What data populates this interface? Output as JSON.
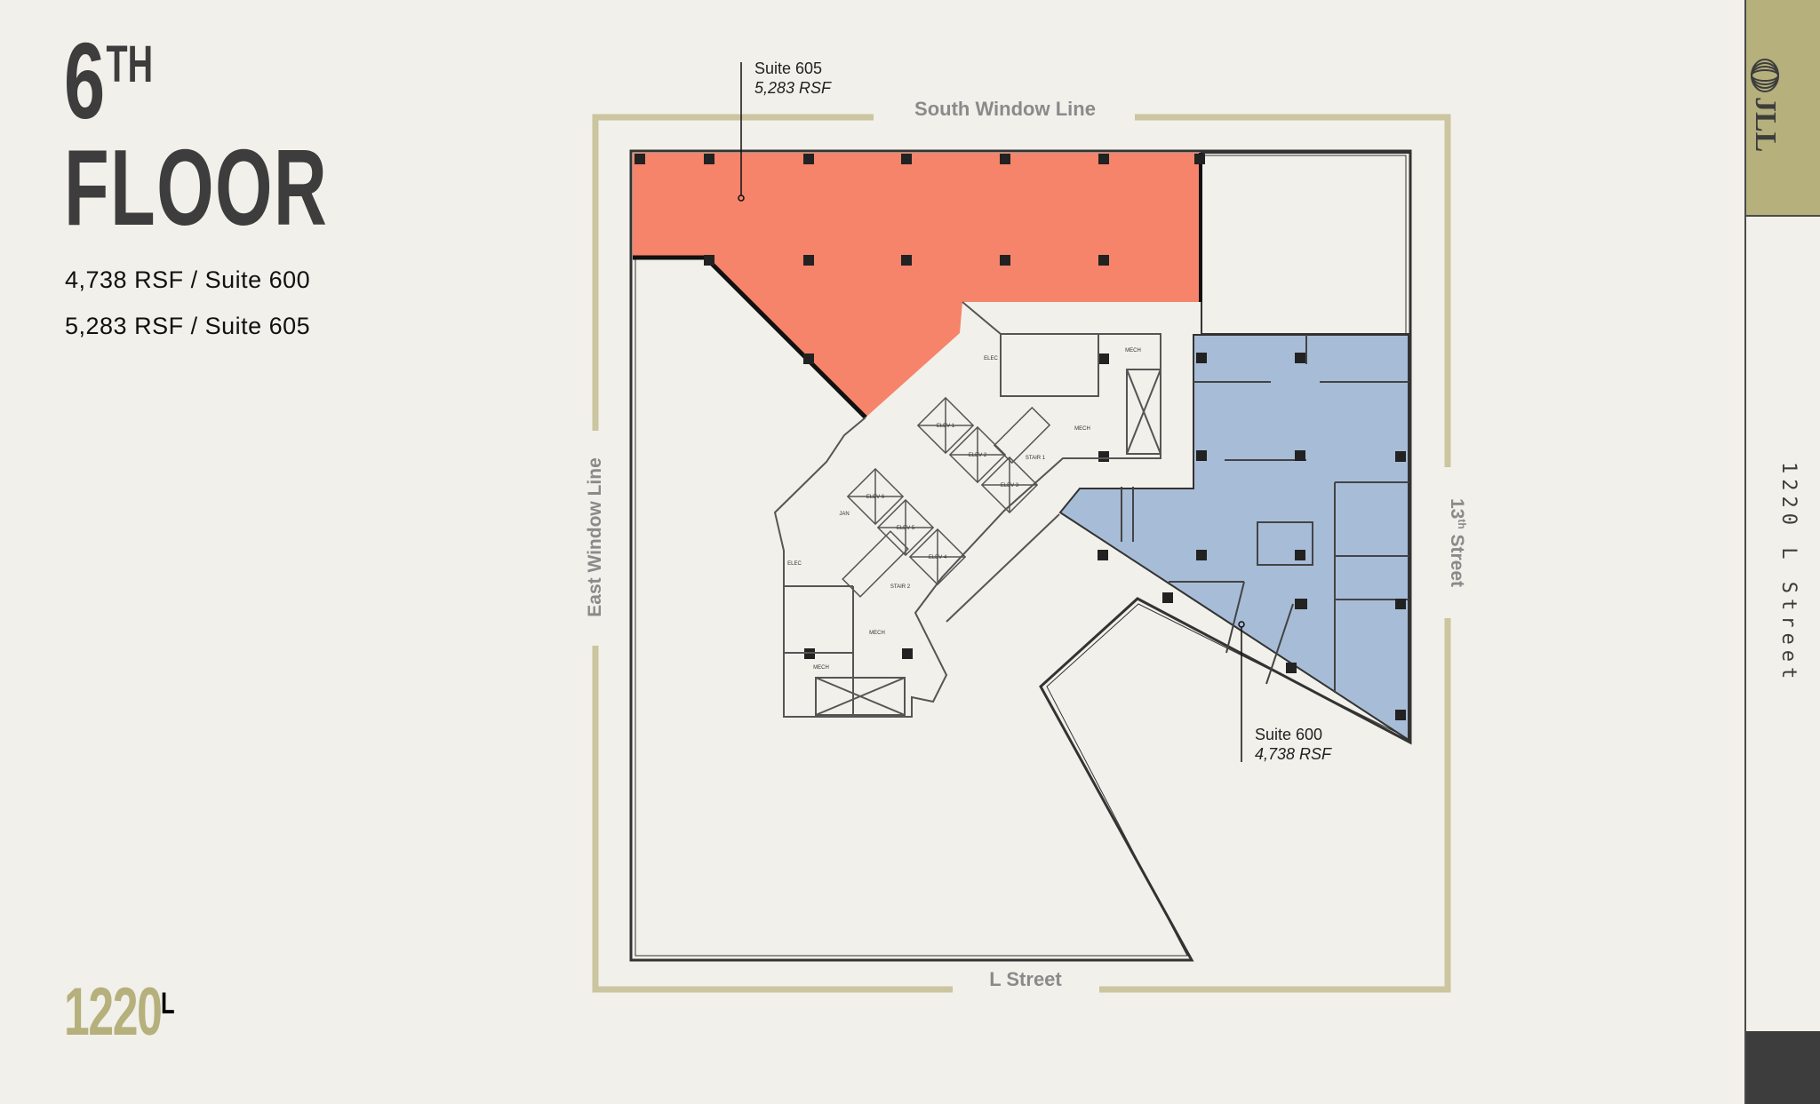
{
  "header": {
    "floor_number": "6",
    "floor_suffix": "TH",
    "floor_word": "FLOOR"
  },
  "summary": [
    {
      "text": "4,738 RSF / Suite 600"
    },
    {
      "text": "5,283 RSF / Suite 605"
    }
  ],
  "logo": {
    "number": "1220",
    "letter": "L"
  },
  "sidebar": {
    "brand": "JLL",
    "address": "1220 L Street"
  },
  "plan": {
    "window_labels": {
      "south": "South Window Line",
      "east": "East Window Line",
      "street_bottom": "L Street",
      "street_right_number": "13",
      "street_right_suffix": "th",
      "street_right_word": " Street"
    },
    "suites": [
      {
        "name": "Suite 605",
        "area": "5,283 RSF",
        "color": "#f5846a"
      },
      {
        "name": "Suite 600",
        "area": "4,738 RSF",
        "color": "#a7bcd7"
      }
    ],
    "room_labels": [
      "ELEV 1",
      "ELEV 2",
      "ELEV 3",
      "ELEV 4",
      "ELEV 5",
      "ELEV 6",
      "STAIR 1",
      "STAIR 2",
      "MECH",
      "MECH",
      "MECH",
      "MECH",
      "ELEC",
      "ELEC",
      "JAN"
    ]
  },
  "colors": {
    "background": "#f2f0ea",
    "accent_gold": "#b5b07c",
    "frame": "#cbc5a0",
    "dark": "#3d3d3d"
  }
}
